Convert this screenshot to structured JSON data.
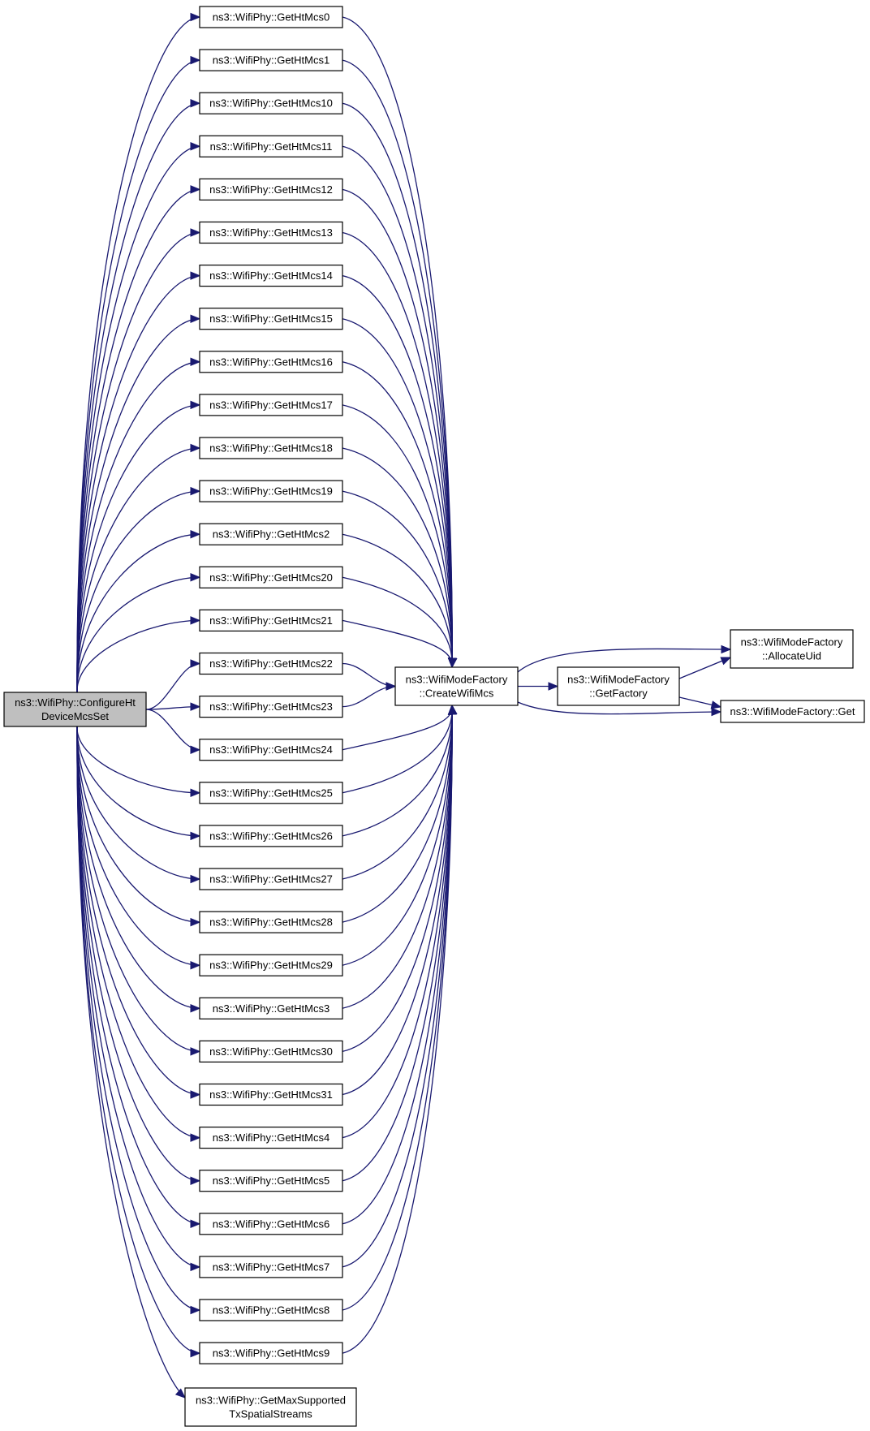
{
  "diagram": {
    "type": "call-graph",
    "root": {
      "id": "root",
      "lines": [
        "ns3::WifiPhy::ConfigureHt",
        "DeviceMcsSet"
      ]
    },
    "getters": [
      "ns3::WifiPhy::GetHtMcs0",
      "ns3::WifiPhy::GetHtMcs1",
      "ns3::WifiPhy::GetHtMcs10",
      "ns3::WifiPhy::GetHtMcs11",
      "ns3::WifiPhy::GetHtMcs12",
      "ns3::WifiPhy::GetHtMcs13",
      "ns3::WifiPhy::GetHtMcs14",
      "ns3::WifiPhy::GetHtMcs15",
      "ns3::WifiPhy::GetHtMcs16",
      "ns3::WifiPhy::GetHtMcs17",
      "ns3::WifiPhy::GetHtMcs18",
      "ns3::WifiPhy::GetHtMcs19",
      "ns3::WifiPhy::GetHtMcs2",
      "ns3::WifiPhy::GetHtMcs20",
      "ns3::WifiPhy::GetHtMcs21",
      "ns3::WifiPhy::GetHtMcs22",
      "ns3::WifiPhy::GetHtMcs23",
      "ns3::WifiPhy::GetHtMcs24",
      "ns3::WifiPhy::GetHtMcs25",
      "ns3::WifiPhy::GetHtMcs26",
      "ns3::WifiPhy::GetHtMcs27",
      "ns3::WifiPhy::GetHtMcs28",
      "ns3::WifiPhy::GetHtMcs29",
      "ns3::WifiPhy::GetHtMcs3",
      "ns3::WifiPhy::GetHtMcs30",
      "ns3::WifiPhy::GetHtMcs31",
      "ns3::WifiPhy::GetHtMcs4",
      "ns3::WifiPhy::GetHtMcs5",
      "ns3::WifiPhy::GetHtMcs6",
      "ns3::WifiPhy::GetHtMcs7",
      "ns3::WifiPhy::GetHtMcs8",
      "ns3::WifiPhy::GetHtMcs9"
    ],
    "max_streams": {
      "id": "maxstreams",
      "lines": [
        "ns3::WifiPhy::GetMaxSupported",
        "TxSpatialStreams"
      ]
    },
    "create": {
      "id": "create",
      "lines": [
        "ns3::WifiModeFactory",
        "::CreateWifiMcs"
      ]
    },
    "get_factory": {
      "id": "getfactory",
      "lines": [
        "ns3::WifiModeFactory",
        "::GetFactory"
      ]
    },
    "allocate": {
      "id": "allocate",
      "lines": [
        "ns3::WifiModeFactory",
        "::AllocateUid"
      ]
    },
    "get": {
      "id": "get",
      "lines": [
        "ns3::WifiModeFactory::Get"
      ]
    },
    "colors": {
      "edge": "#191970",
      "root_fill": "#bfbfbf",
      "node_fill": "#ffffff"
    }
  }
}
